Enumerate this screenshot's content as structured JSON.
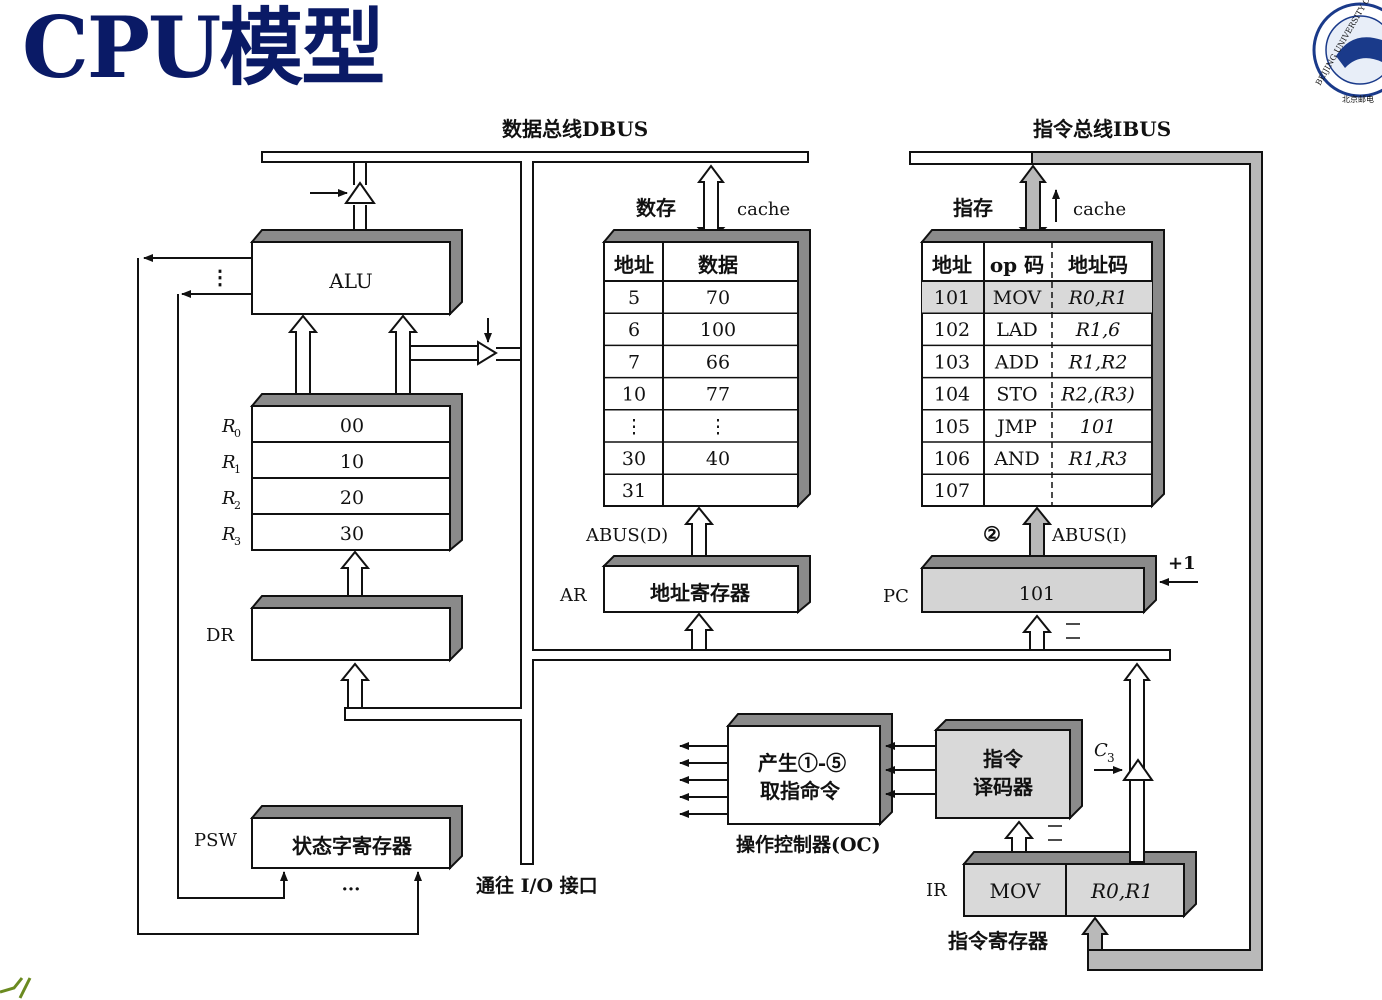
{
  "title": "CPU模型",
  "colors": {
    "title": "#0a1a66",
    "line": "#111111",
    "shade": "#8a8a8a",
    "pc_fill": "#d4d4d4",
    "ir_fill": "#d9d9d9",
    "ibus_fill": "#b9b9b9"
  },
  "logo": {
    "text": "BEIJING UNIVERSITY OF POSTS",
    "sub": "北京邮电"
  },
  "labels": {
    "dbus": "数据总线DBUS",
    "ibus": "指令总线IBUS",
    "alu": "ALU",
    "data_mem": "数存",
    "instr_mem": "指存",
    "cache": "cache",
    "abus_d": "ABUS(D)",
    "abus_i": "ABUS(I)",
    "ar": "AR",
    "ar_box": "地址寄存器",
    "pc": "PC",
    "pc_value": "101",
    "plus1": "+1",
    "circled2": "②",
    "dr": "DR",
    "psw": "PSW",
    "psw_box": "状态字寄存器",
    "psw_dots": "···",
    "alu_dots": "⋮",
    "io": "通往 I/O 接口",
    "oc_box_l1": "产生①-⑤",
    "oc_box_l2": "取指命令",
    "oc": "操作控制器(OC)",
    "decoder_l1": "指令",
    "decoder_l2": "译码器",
    "c3": "C",
    "c3_sub": "3",
    "ir": "IR",
    "ir_op": "MOV",
    "ir_operand": "R0,R1",
    "ir_caption": "指令寄存器"
  },
  "registers": [
    {
      "name": "R",
      "sub": "0",
      "value": "00"
    },
    {
      "name": "R",
      "sub": "1",
      "value": "10"
    },
    {
      "name": "R",
      "sub": "2",
      "value": "20"
    },
    {
      "name": "R",
      "sub": "3",
      "value": "30"
    }
  ],
  "data_memory": {
    "headers": [
      "地址",
      "数据"
    ],
    "rows": [
      [
        "5",
        "70"
      ],
      [
        "6",
        "100"
      ],
      [
        "7",
        "66"
      ],
      [
        "10",
        "77"
      ],
      [
        "⋮",
        "⋮"
      ],
      [
        "30",
        "40"
      ],
      [
        "31",
        ""
      ]
    ]
  },
  "instr_memory": {
    "headers": [
      "地址",
      "op 码",
      "地址码"
    ],
    "rows": [
      [
        "101",
        "MOV",
        "R0,R1"
      ],
      [
        "102",
        "LAD",
        "R1,6"
      ],
      [
        "103",
        "ADD",
        "R1,R2"
      ],
      [
        "104",
        "STO",
        "R2,(R3)"
      ],
      [
        "105",
        "JMP",
        "101"
      ],
      [
        "106",
        "AND",
        "R1,R3"
      ],
      [
        "107",
        "",
        ""
      ]
    ]
  }
}
